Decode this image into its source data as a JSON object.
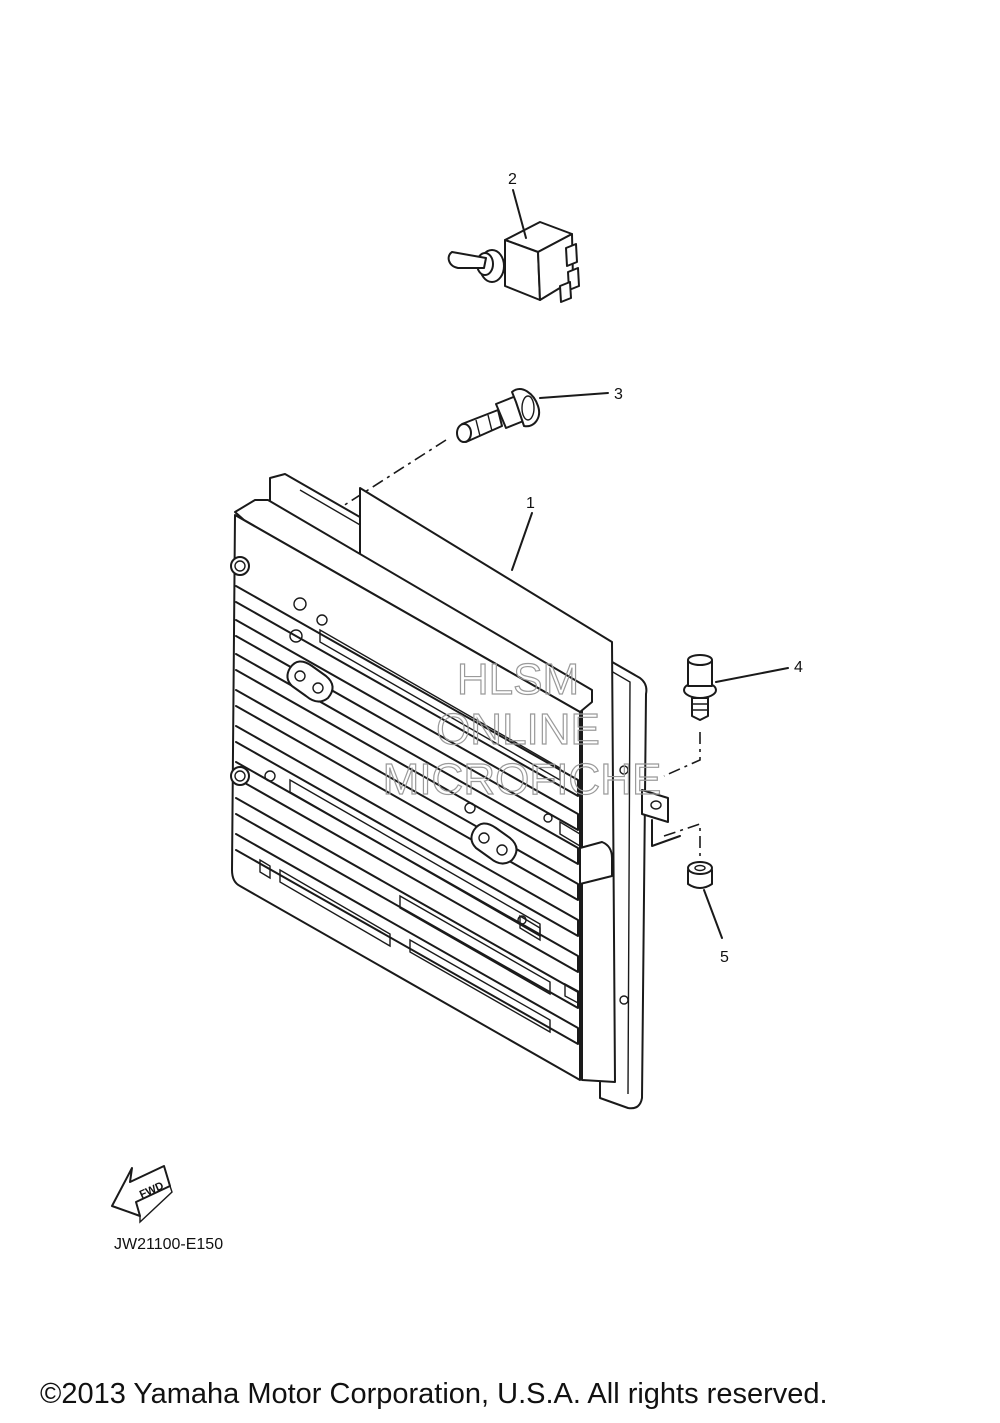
{
  "callouts": [
    "1",
    "2",
    "3",
    "4",
    "5"
  ],
  "watermark": {
    "line1": "HLSM",
    "line2": "ONLINE",
    "line3": "MICROFICHE"
  },
  "fwd_arrow_label": "FWD",
  "diagram_code": "JW21100-E150",
  "copyright": "©2013 Yamaha Motor Corporation, U.S.A. All rights reserved."
}
